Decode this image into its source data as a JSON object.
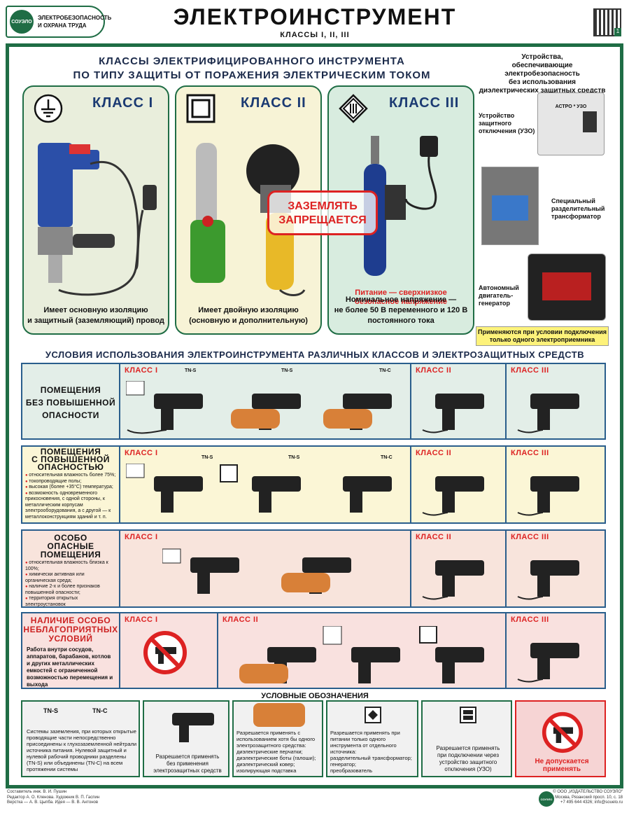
{
  "header": {
    "badge_lines": [
      "ЭЛЕКТРОБЕЗОПАСНОСТЬ",
      "И ОХРАНА ТРУДА"
    ],
    "logo": "СОУЭЛО",
    "title": "ЭЛЕКТРОИНСТРУМЕНТ",
    "subtitle": "КЛАССЫ I, II, III",
    "qr_number": "1"
  },
  "top": {
    "heading_1": "КЛАССЫ ЭЛЕКТРИФИЦИРОВАННОГО ИНСТРУМЕНТА",
    "heading_2": "ПО ТИПУ ЗАЩИТЫ ОТ ПОРАЖЕНИЯ ЭЛЕКТРИЧЕСКИМ ТОКОМ",
    "classes": [
      {
        "name": "КЛАСС I",
        "cap_1": "Имеет основную изоляцию",
        "cap_2": "и защитный (заземляющий) провод",
        "bg": "#e9eedc"
      },
      {
        "name": "КЛАСС II",
        "cap_1": "Имеет двойную изоляцию",
        "cap_2": "(основную и дополнительную)",
        "bg": "#f7f3d6"
      },
      {
        "name": "КЛАСС III",
        "power_1": "Питание — сверхнизкое",
        "power_2": "безопасное напряжение",
        "cap_1": "Номинальное напряжение —",
        "cap_2": "не более 50 В переменного и 120 В",
        "cap_3": "постоянного тока",
        "bg": "#d8ecdf"
      }
    ],
    "warning_1": "ЗАЗЕМЛЯТЬ",
    "warning_2": "ЗАПРЕЩАЕТСЯ"
  },
  "devices": {
    "heading_1": "Устройства,",
    "heading_2": "обеспечивающие электробезопасность",
    "heading_3": "без использования",
    "heading_4": "диэлектрических защитных средств",
    "uzo_1": "Устройство",
    "uzo_2": "защитного",
    "uzo_3": "отключения (УЗО)",
    "uzo_face": "АСТРО * УЗО",
    "trans_1": "Специальный",
    "trans_2": "разделительный",
    "trans_3": "трансформатор",
    "gen_1": "Автономный",
    "gen_2": "двигатель-",
    "gen_3": "генератор",
    "note_1": "Применяются при условии подключения",
    "note_2": "только одного электроприемника"
  },
  "conditions": {
    "heading": "УСЛОВИЯ ИСПОЛЬЗОВАНИЯ ЭЛЕКТРОИНСТРУМЕНТА РАЗЛИЧНЫХ КЛАССОВ И ЭЛЕКТРОЗАЩИТНЫХ СРЕДСТВ",
    "tn_s": "TN-S",
    "tn_c": "TN-C",
    "class1": "КЛАСС I",
    "class2": "КЛАСС II",
    "class3": "КЛАСС III",
    "r1": {
      "t1": "ПОМЕЩЕНИЯ",
      "t2": "БЕЗ ПОВЫШЕННОЙ",
      "t3": "ОПАСНОСТИ"
    },
    "r2": {
      "t1": "ПОМЕЩЕНИЯ",
      "t2": "С ПОВЫШЕННОЙ",
      "t3": "ОПАСНОСТЬЮ",
      "items": [
        "относительная влажность более 75%;",
        "токопроводящие полы;",
        "высокая (более +35°С) температура;",
        "возможность одновременного прикосновения, с одной стороны, к металлическим корпусам электрооборудования, а с другой — к металлоконструкциям зданий и т. п."
      ]
    },
    "r3": {
      "t1": "ОСОБО",
      "t2": "ОПАСНЫЕ",
      "t3": "ПОМЕЩЕНИЯ",
      "items": [
        "относительная влажность близка к 100%;",
        "химически активная или органическая среда;",
        "наличие 2-х и более признаков повышенной опасности;",
        "территория открытых электроустановок"
      ]
    },
    "r4": {
      "t1": "НАЛИЧИЕ ОСОБО",
      "t2": "НЕБЛАГОПРИЯТНЫХ",
      "t3": "УСЛОВИЙ",
      "desc": "Работа внутри сосудов, аппаратов, барабанов, котлов и других металлических емкостей с ограниченной возможностью перемещения и выхода"
    }
  },
  "legend": {
    "heading": "УСЛОВНЫЕ ОБОЗНАЧЕНИЯ",
    "l1": "Системы заземления, при которых открытые проводящие части непосредственно присоединены к глухозаземленной нейтрали источника питания. Нулевой защитный и нулевой рабочий проводники разделены (TN-S) или объединены (TN-C) на всем протяжении системы",
    "l2_1": "Разрешается применять",
    "l2_2": "без применения",
    "l2_3": "электрозащитных средств",
    "l3_head": "Разрешается применять с использованием хотя бы одного электрозащитного средства:",
    "l3_items": [
      "диэлектрические перчатки;",
      "диэлектрические боты (галоши);",
      "диэлектрический ковер;",
      "изолирующая подставка"
    ],
    "l4_head": "Разрешается применять при питании только одного инструмента от отдельного источника:",
    "l4_items": [
      "разделительный трансформатор;",
      "генератор;",
      "преобразователь"
    ],
    "l5_1": "Разрешается применять",
    "l5_2": "при подключении через",
    "l5_3": "устройство защитного",
    "l5_4": "отключения (УЗО)",
    "l6_1": "Не допускается",
    "l6_2": "применять"
  },
  "footer": {
    "left_1": "Составитель инж. В. И. Пушин",
    "left_2": "Редактор А. О. Кленова. Художник В. П. Гаспин",
    "left_3": "Верстка — А. В. Цыпба. Идея — В. В. Антонов",
    "right_1": "© ООО „ИЗДАТЕЛЬСТВО СОУЭЛО“",
    "right_2": "Москва, Рязанский просп. 10, с. 18",
    "right_3": "+7 495 644 4326; info@souelo.ru"
  },
  "colors": {
    "green": "#1f6d45",
    "navy": "#1b3a72",
    "red": "#dd2222",
    "row1": "#e3eee8",
    "row2": "#fbf6d6",
    "row3": "#f8e4dc",
    "row4": "#f9e1df"
  }
}
